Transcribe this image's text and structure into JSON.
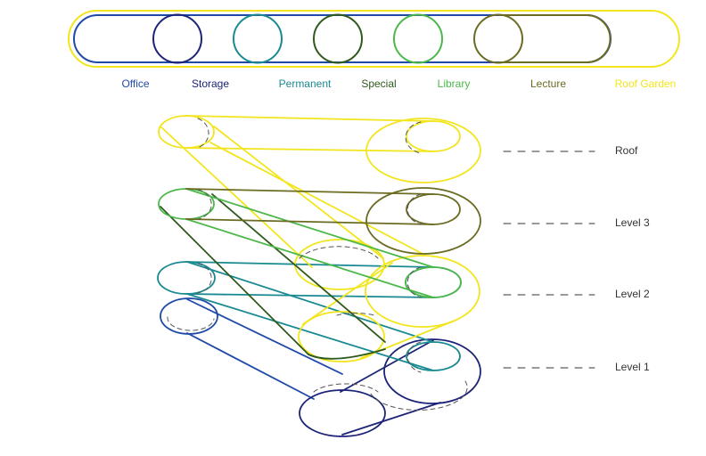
{
  "legend": {
    "items": [
      {
        "id": "office",
        "label": "Office",
        "color": "#1f4aa8"
      },
      {
        "id": "storage",
        "label": "Storage",
        "color": "#1c2478"
      },
      {
        "id": "permanent",
        "label": "Permanent",
        "color": "#1a8a92"
      },
      {
        "id": "special",
        "label": "Special",
        "color": "#2f5a1c"
      },
      {
        "id": "library",
        "label": "Library",
        "color": "#4cb84a"
      },
      {
        "id": "lecture",
        "label": "Lecture",
        "color": "#6b6b22"
      },
      {
        "id": "roof_garden",
        "label": "Roof Garden",
        "color": "#f2e51d"
      }
    ]
  },
  "levels": [
    {
      "id": "roof",
      "label": "Roof"
    },
    {
      "id": "level3",
      "label": "Level 3"
    },
    {
      "id": "level2",
      "label": "Level 2"
    },
    {
      "id": "level1",
      "label": "Level 1"
    }
  ],
  "colors": {
    "dashed_circle": "#555555",
    "level_dash": "#333333",
    "level_label": "#333333"
  }
}
